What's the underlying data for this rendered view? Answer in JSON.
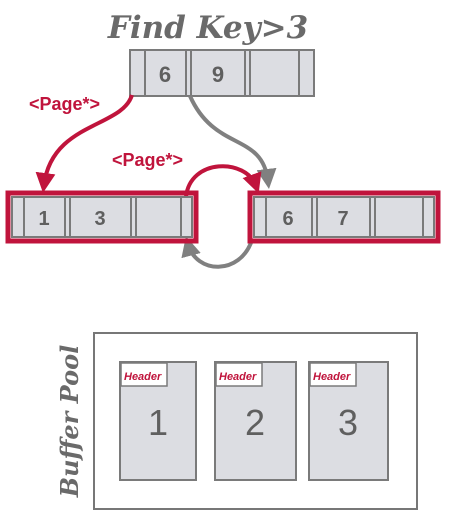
{
  "title": "Find Key>3",
  "colors": {
    "accent": "#c0143c",
    "node_fill": "#dcdde2",
    "node_stroke": "#7a7a7a",
    "text_gray": "#5f5f5f",
    "arrow_gray": "#808080",
    "page_stroke": "#777777"
  },
  "root_node": {
    "keys": [
      "6",
      "9",
      ""
    ]
  },
  "leaf_left": {
    "keys": [
      "1",
      "3",
      ""
    ]
  },
  "leaf_right": {
    "keys": [
      "6",
      "7",
      ""
    ]
  },
  "pointer_labels": {
    "root_to_leaf": "<Page*>",
    "sibling": "<Page*>"
  },
  "buffer_pool": {
    "label": "Buffer Pool",
    "pages": [
      {
        "header": "Header",
        "number": "1"
      },
      {
        "header": "Header",
        "number": "2"
      },
      {
        "header": "Header",
        "number": "3"
      }
    ]
  }
}
